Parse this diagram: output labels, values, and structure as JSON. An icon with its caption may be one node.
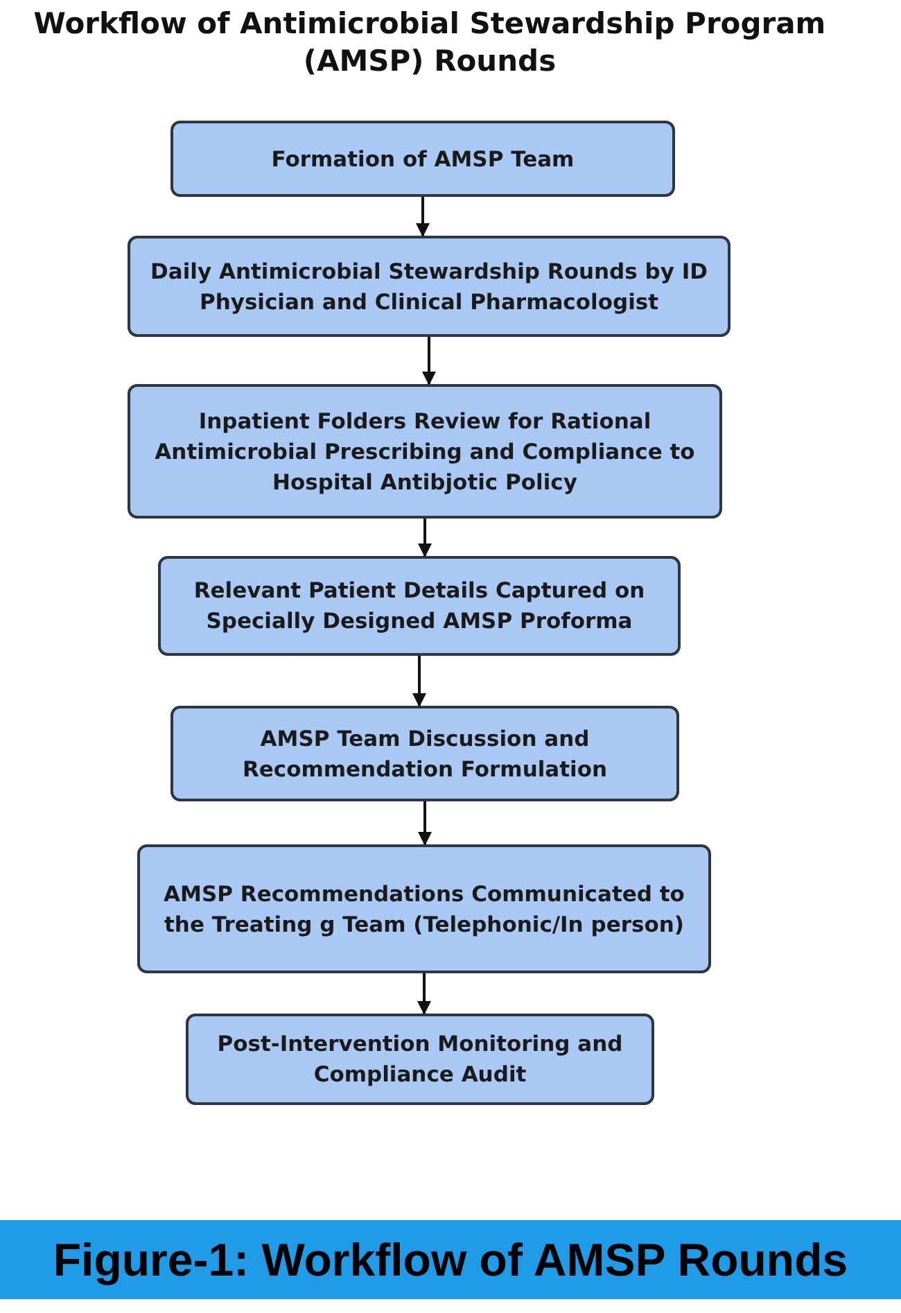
{
  "diagram": {
    "title": "Workflow of Antimicrobial Stewardship Program (AMSP) Rounds",
    "nodes": [
      {
        "text": [
          "Formation of AMSP Team"
        ]
      },
      {
        "text": [
          "Daily Antimicrobial Stewardship Rounds by ID Physician and Clinical Pharmacologist"
        ]
      },
      {
        "text": [
          "Inpatient Folders Review for Rational Antimicrobial Prescribing and Compliance to Hospital Antibjotic Policy"
        ]
      },
      {
        "text": [
          "Relevant Patient Details Captured on Specially Designed AMSP Proforma"
        ]
      },
      {
        "text": [
          "AMSP Team Discussion and Recommendation Formulation"
        ]
      },
      {
        "text": [
          "AMSP Recommendations Communicated to the Treating g Team (Telephonic/In person)"
        ]
      },
      {
        "text": [
          "Post-Intervention Monitoring and Compliance Audit"
        ]
      }
    ],
    "edges": [
      {
        "from": 0,
        "to": 1,
        "arrow": "to"
      },
      {
        "from": 1,
        "to": 2,
        "arrow": "to"
      },
      {
        "from": 2,
        "to": 3,
        "arrow": "to"
      },
      {
        "from": 3,
        "to": 4,
        "arrow": "to"
      },
      {
        "from": 4,
        "to": 5,
        "arrow": "to"
      },
      {
        "from": 5,
        "to": 6,
        "arrow": "to"
      }
    ],
    "caption": "Figure-1: Workflow of AMSP Rounds"
  }
}
